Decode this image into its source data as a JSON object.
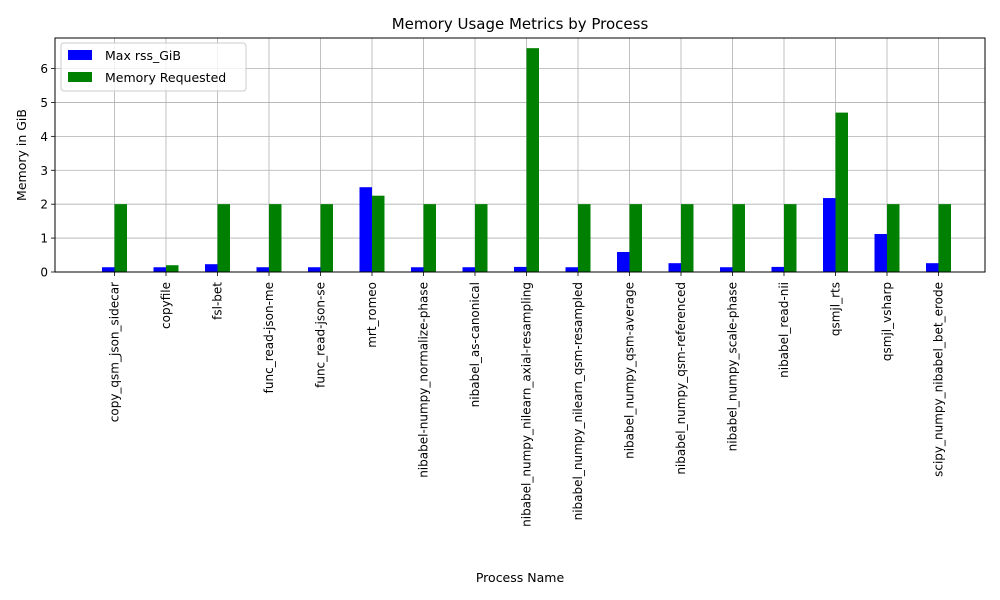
{
  "chart_data": {
    "type": "bar",
    "title": "Memory Usage Metrics by Process",
    "xlabel": "Process Name",
    "ylabel": "Memory in GiB",
    "ylim": [
      0,
      6.9
    ],
    "yticks": [
      0,
      1,
      2,
      3,
      4,
      5,
      6
    ],
    "grid": true,
    "legend_position": "top-left",
    "categories": [
      "copy_qsm_json_sidecar",
      "copyfile",
      "fsl-bet",
      "func_read-json-me",
      "func_read-json-se",
      "mrt_romeo",
      "nibabel-numpy_normalize-phase",
      "nibabel_as-canonical",
      "nibabel_numpy_nilearn_axial-resampling",
      "nibabel_numpy_nilearn_qsm-resampled",
      "nibabel_numpy_qsm-average",
      "nibabel_numpy_qsm-referenced",
      "nibabel_numpy_scale-phase",
      "nibabel_read-nii",
      "qsmjl_rts",
      "qsmjl_vsharp",
      "scipy_numpy_nibabel_bet_erode"
    ],
    "series": [
      {
        "name": "Max rss_GiB",
        "color": "#0000ff",
        "values": [
          0.14,
          0.14,
          0.23,
          0.14,
          0.14,
          2.5,
          0.14,
          0.14,
          0.15,
          0.14,
          0.59,
          0.26,
          0.14,
          0.15,
          2.18,
          1.12,
          0.26
        ]
      },
      {
        "name": "Memory Requested",
        "color": "#008000",
        "values": [
          2.0,
          0.2,
          2.0,
          2.0,
          2.0,
          2.25,
          2.0,
          2.0,
          6.6,
          2.0,
          2.0,
          2.0,
          2.0,
          2.0,
          4.7,
          2.0,
          2.0
        ]
      }
    ]
  }
}
